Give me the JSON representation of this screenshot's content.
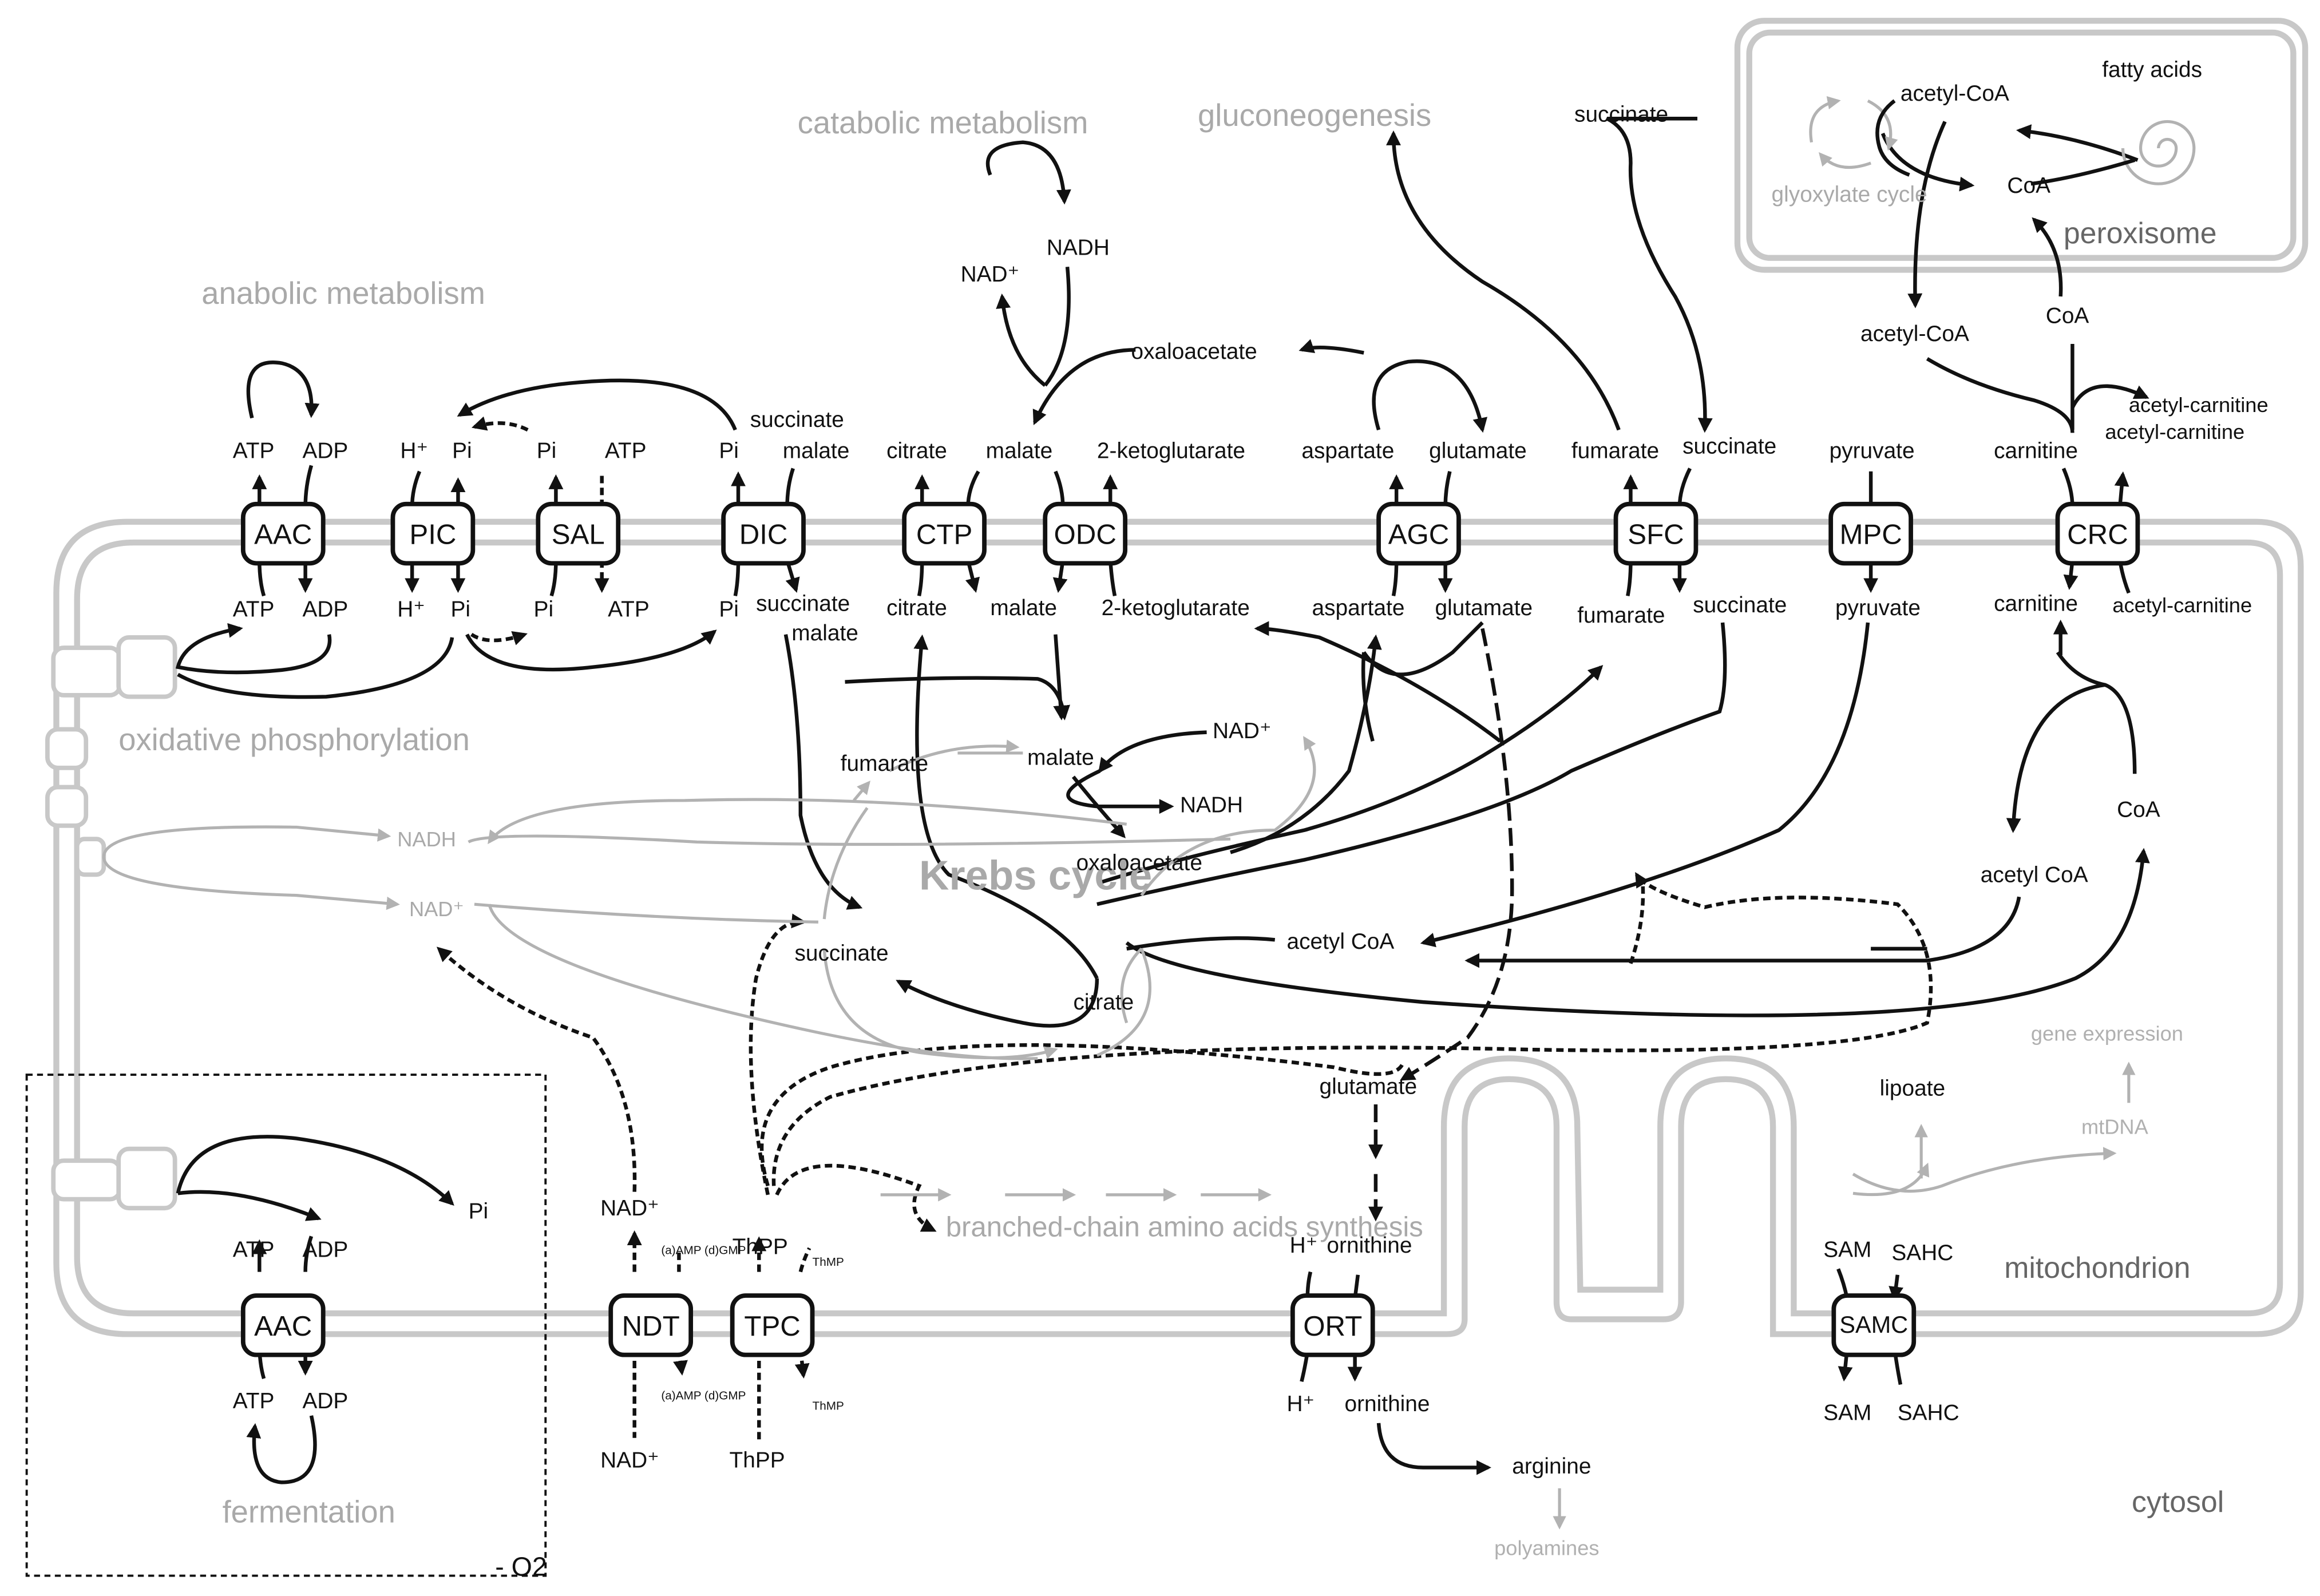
{
  "compartments": {
    "peroxisome": "peroxisome",
    "mitochondrion": "mitochondrion",
    "cytosol": "cytosol",
    "krebs_cycle": "Krebs cycle",
    "glyoxylate_cycle": "glyoxylate cycle"
  },
  "processes": {
    "anabolic": "anabolic metabolism",
    "catabolic": "catabolic metabolism",
    "gluconeogenesis": "gluconeogenesis",
    "oxphos": "oxidative phosphorylation",
    "fermentation": "fermentation",
    "bcaa": "branched-chain amino acids synthesis",
    "gene_expression": "gene expression",
    "mtdna": "mtDNA",
    "polyamines": "polyamines",
    "anoxia": "- O2"
  },
  "transporters": [
    "AAC",
    "PIC",
    "SAL",
    "DIC",
    "CTP",
    "ODC",
    "AGC",
    "SFC",
    "MPC",
    "CRC",
    "AAC",
    "NDT",
    "TPC",
    "ORT",
    "SAMC"
  ],
  "metabolites": {
    "atp": "ATP",
    "adp": "ADP",
    "h": "H⁺",
    "pi": "Pi",
    "succinate": "succinate",
    "malate": "malate",
    "citrate": "citrate",
    "ketoglutarate": "2-ketoglutarate",
    "aspartate": "aspartate",
    "glutamate": "glutamate",
    "fumarate": "fumarate",
    "pyruvate": "pyruvate",
    "carnitine": "carnitine",
    "acetylcarnitine": "acetyl-carnitine",
    "acetylcoa": "acetyl-CoA",
    "acetylcoa2": "acetyl CoA",
    "coa": "CoA",
    "fattyacids": "fatty acids",
    "oxaloacetate": "oxaloacetate",
    "nad": "NAD⁺",
    "nadh": "NADH",
    "thpp": "ThPP",
    "thmp": "ThMP",
    "ampgmp": "(a)AMP (d)GMP",
    "ornithine": "ornithine",
    "arginine": "arginine",
    "lipoate": "lipoate",
    "sam": "SAM",
    "sahc": "SAHC"
  },
  "colors": {
    "ink": "#111111",
    "grey_text": "#a9a9a9",
    "membrane": "#c8c8c8",
    "background": "#ffffff"
  }
}
